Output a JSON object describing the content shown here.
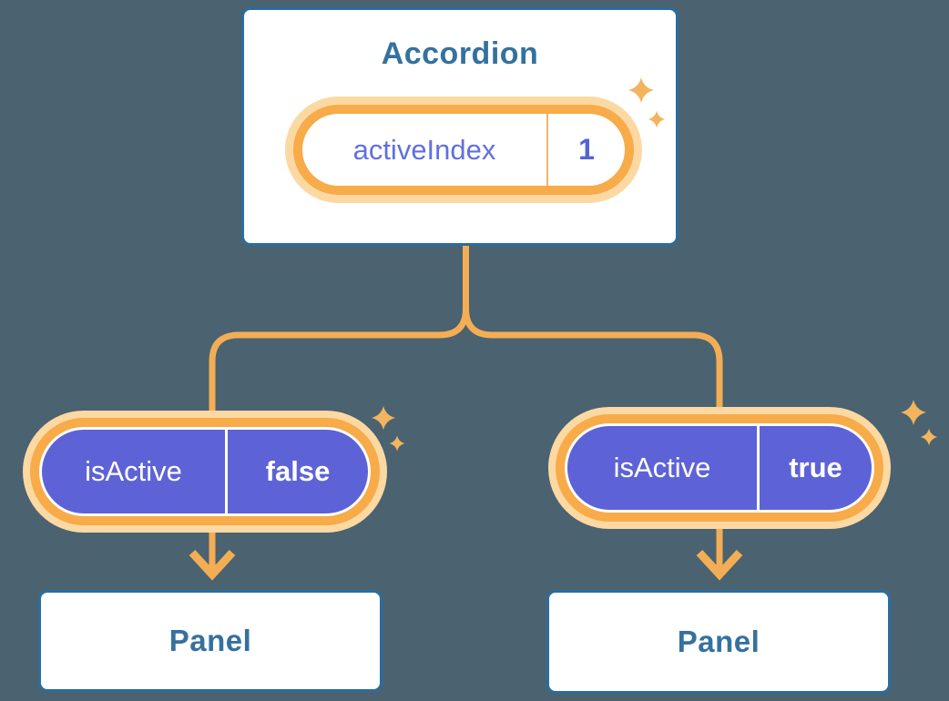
{
  "diagram": {
    "description": "Component tree diagram: Accordion holds state activeIndex, passes isActive props to two Panel children"
  },
  "accordion": {
    "title": "Accordion",
    "state_pill": {
      "label": "activeIndex",
      "value": "1"
    }
  },
  "props": [
    {
      "label": "isActive",
      "value": "false"
    },
    {
      "label": "isActive",
      "value": "true"
    }
  ],
  "panels": [
    {
      "title": "Panel"
    },
    {
      "title": "Panel"
    }
  ],
  "icons": {
    "sparkle": "4-point-star",
    "arrowhead": "chevron-down"
  },
  "colors": {
    "bg": "#4b6270",
    "blue-border": "#2b6d9e",
    "blue-text": "#35719e",
    "ring-orange": "#f7ab49",
    "ring-glow": "#fcd9a2",
    "line-orange": "#f3ae55",
    "divider-orange": "#f5b566",
    "purple-fill": "#5d63d6",
    "purple-label": "#6170dd",
    "purple-value": "#5462d8",
    "sparkle-orange": "#f4b45f"
  }
}
